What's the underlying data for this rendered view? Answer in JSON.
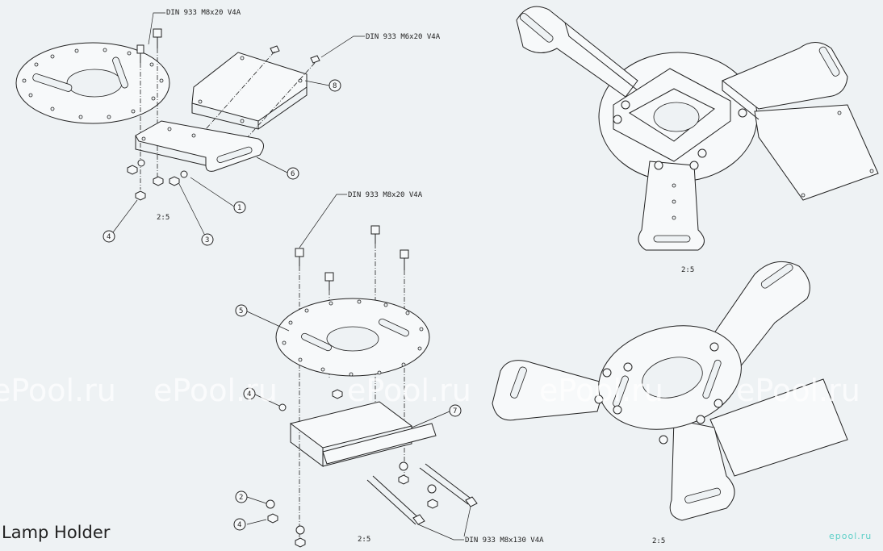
{
  "title": "Lamp Holder",
  "logo": "epool.ru",
  "watermark": "ePool.ru",
  "labels": {
    "bolt_top_left": "DIN 933 M8x20 V4A",
    "bolt_m6": "DIN 933 M6x20 V4A",
    "bolt_center": "DIN 933 M8x20 V4A",
    "bolt_long": "DIN 933 M8x130 V4A"
  },
  "scales": [
    "2:5",
    "2:5",
    "2:5",
    "2:5"
  ],
  "callouts": [
    "8",
    "6",
    "1",
    "3",
    "4",
    "5",
    "4",
    "7",
    "2",
    "4"
  ]
}
